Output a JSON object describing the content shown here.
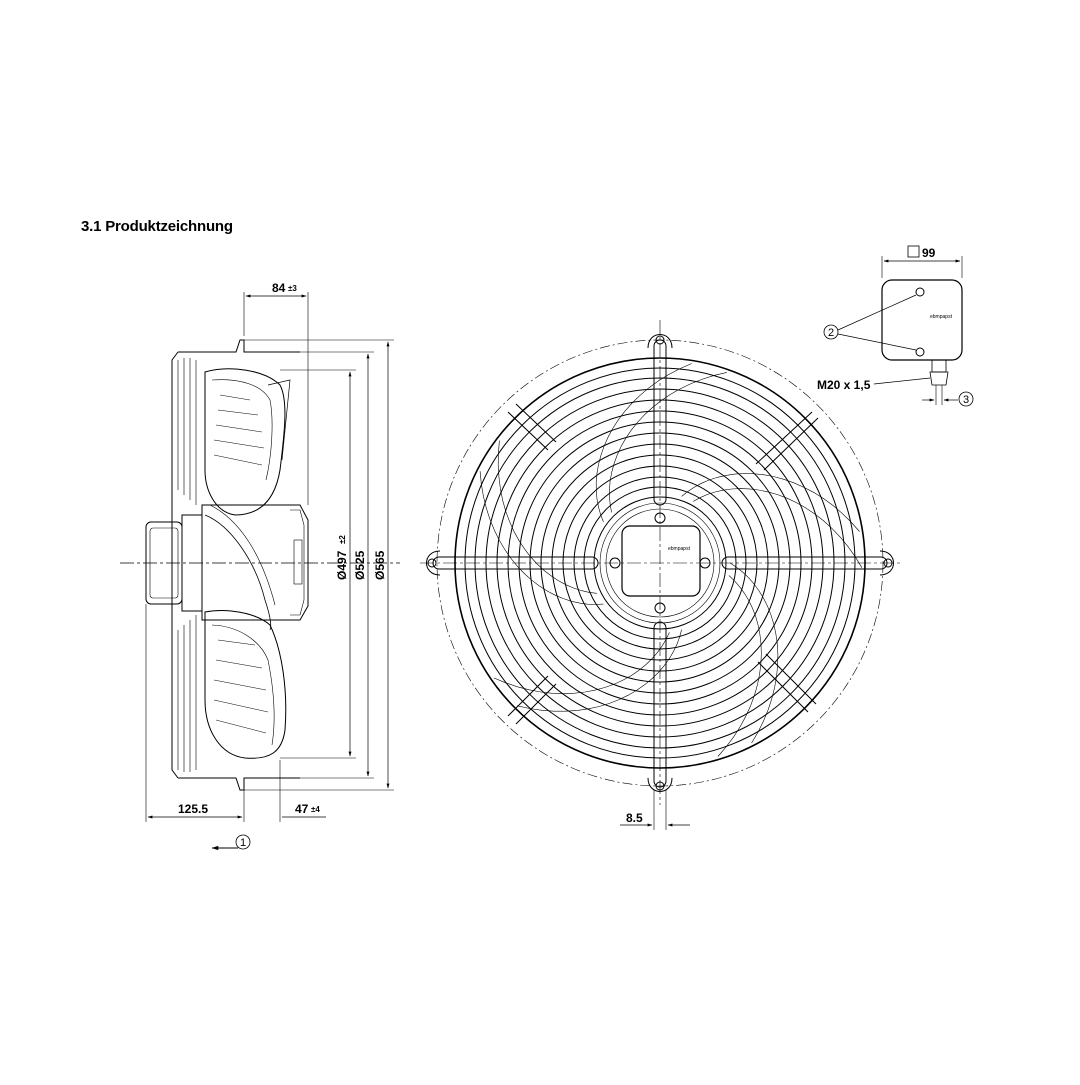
{
  "title": "3.1 Produktzeichnung",
  "side_view": {
    "dim_84": "84",
    "dim_84_tol": "±3",
    "dim_125": "125.5",
    "dim_47": "47",
    "dim_47_tol": "±4",
    "dia_497": "Ø497",
    "dia_497_tol": "±2",
    "dia_525": "Ø525",
    "dia_565": "Ø565",
    "callout_1": "1"
  },
  "front_view": {
    "dim_8_5": "8.5",
    "brand_mark": "ebmpapst"
  },
  "terminal_box": {
    "dim_99": "99",
    "thread": "M20 x 1,5",
    "callout_2": "2",
    "callout_3": "3",
    "brand_mark": "ebmpapst"
  }
}
